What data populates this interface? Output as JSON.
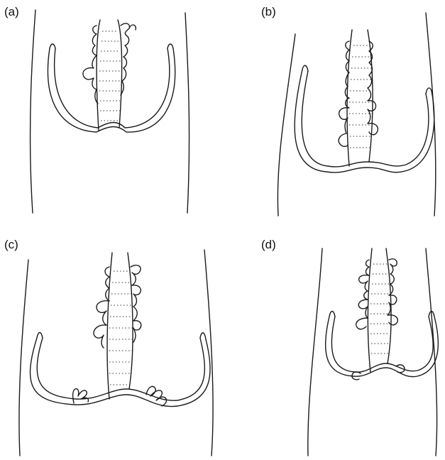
{
  "figure": {
    "panels": [
      {
        "id": "a",
        "label": "(a)"
      },
      {
        "id": "b",
        "label": "(b)"
      },
      {
        "id": "c",
        "label": "(c)"
      },
      {
        "id": "d",
        "label": "(d)"
      }
    ]
  },
  "colors": {
    "ink": "#1a1a1a",
    "background": "#ffffff"
  }
}
